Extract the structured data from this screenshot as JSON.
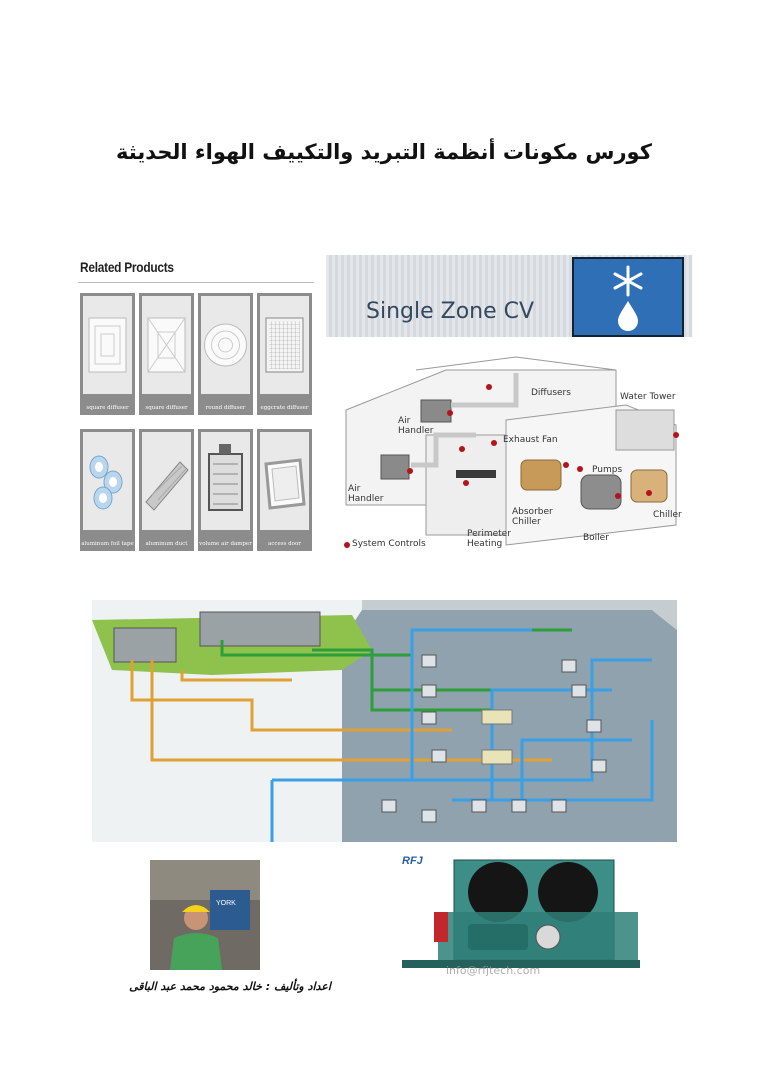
{
  "title": "كورس مكونات أنظمة التبريد والتكييف الهواء الحديثة",
  "related_products": {
    "heading": "Related Products",
    "items": [
      {
        "caption": "square diffuser",
        "icon": "square-diffuser-icon"
      },
      {
        "caption": "square diffuser",
        "icon": "square-diffuser-icon"
      },
      {
        "caption": "round diffuser",
        "icon": "round-diffuser-icon"
      },
      {
        "caption": "eggcrate diffuser",
        "icon": "eggcrate-diffuser-icon"
      },
      {
        "caption": "aluminum foil tape",
        "icon": "foil-tape-icon"
      },
      {
        "caption": "aluminum duct",
        "icon": "duct-icon"
      },
      {
        "caption": "volume air damper",
        "icon": "damper-icon"
      },
      {
        "caption": "access door",
        "icon": "access-door-icon"
      }
    ]
  },
  "single_zone": {
    "title": "Single Zone CV",
    "labels": {
      "diffusers": "Diffusers",
      "water_tower": "Water Tower",
      "air_handler_1": "Air Handler",
      "exhaust_fan": "Exhaust Fan",
      "pumps": "Pumps",
      "air_handler_2": "Air Handler",
      "absorber_chiller": "Absorber Chiller",
      "chiller": "Chiller",
      "boiler": "Boiler",
      "system_controls": "System Controls",
      "perimeter_heating": "Perimeter Heating"
    },
    "accent": "#b3141c",
    "icon_bg": "#2f6fb5"
  },
  "refrigeration_diagram": {
    "colors": {
      "green": "#2e9e3a",
      "orange": "#e0a036",
      "blue": "#3aa0e6",
      "floor": "#8fa2ad"
    }
  },
  "unit_photo": {
    "logo": "RFJ",
    "watermark": "info@rfjtech.com"
  },
  "author_photo": {
    "helmet_text": "YORK"
  },
  "author": "اعداد وتأليف : خالد محمود محمد عبد الباقى"
}
